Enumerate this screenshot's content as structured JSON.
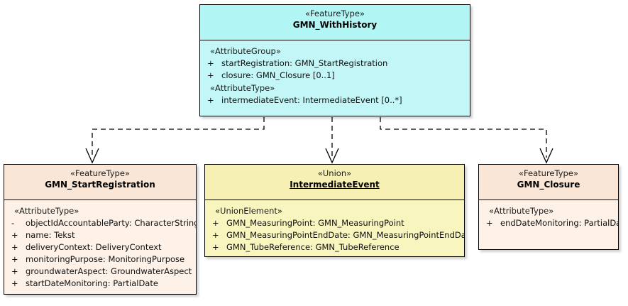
{
  "diagram": {
    "type": "uml-class-diagram",
    "background_color": "#ffffff",
    "classes": [
      {
        "id": "withhistory",
        "stereotype": "«FeatureType»",
        "name": "GMN_WithHistory",
        "header_color": "#b2f5f5",
        "body_color": "#c3f7f7",
        "compartments": [
          {
            "group": "«AttributeGroup»",
            "attributes": [
              {
                "visibility": "+",
                "text": "startRegistration: GMN_StartRegistration"
              },
              {
                "visibility": "+",
                "text": "closure: GMN_Closure [0..1]"
              }
            ]
          },
          {
            "group": "«AttributeType»",
            "attributes": [
              {
                "visibility": "+",
                "text": "intermediateEvent: IntermediateEvent [0..*]"
              }
            ]
          }
        ]
      },
      {
        "id": "startregistration",
        "stereotype": "«FeatureType»",
        "name": "GMN_StartRegistration",
        "header_color": "#fae6d7",
        "body_color": "#fdf1e8",
        "compartments": [
          {
            "group": "«AttributeType»",
            "attributes": [
              {
                "visibility": "-",
                "text": "objectIdAccountableParty: CharacterString"
              },
              {
                "visibility": "+",
                "text": "name: Tekst"
              },
              {
                "visibility": "+",
                "text": "deliveryContext: DeliveryContext"
              },
              {
                "visibility": "+",
                "text": "monitoringPurpose: MonitoringPurpose"
              },
              {
                "visibility": "+",
                "text": "groundwaterAspect: GroundwaterAspect"
              },
              {
                "visibility": "+",
                "text": "startDateMonitoring: PartialDate"
              }
            ]
          }
        ]
      },
      {
        "id": "intermediateevent",
        "stereotype": "«Union»",
        "name": "IntermediateEvent",
        "name_underlined": true,
        "header_color": "#f6f0b4",
        "body_color": "#f9f5bf",
        "compartments": [
          {
            "group": "«UnionElement»",
            "attributes": [
              {
                "visibility": "+",
                "text": "GMN_MeasuringPoint: GMN_MeasuringPoint"
              },
              {
                "visibility": "+",
                "text": "GMN_MeasuringPointEndDate: GMN_MeasuringPointEndDate"
              },
              {
                "visibility": "+",
                "text": "GMN_TubeReference: GMN_TubeReference"
              }
            ]
          }
        ]
      },
      {
        "id": "closure",
        "stereotype": "«FeatureType»",
        "name": "GMN_Closure",
        "header_color": "#fae6d7",
        "body_color": "#fdf1e8",
        "compartments": [
          {
            "group": "«AttributeType»",
            "attributes": [
              {
                "visibility": "+",
                "text": "endDateMonitoring: PartialDate"
              }
            ]
          }
        ]
      }
    ],
    "connectors": [
      {
        "id": "to-startregistration",
        "style": "dashed",
        "arrow": "open",
        "from": "GMN_WithHistory",
        "to": "GMN_StartRegistration"
      },
      {
        "id": "to-intermediateevent",
        "style": "dashed",
        "arrow": "open",
        "from": "GMN_WithHistory",
        "to": "IntermediateEvent"
      },
      {
        "id": "to-closure",
        "style": "dashed",
        "arrow": "open",
        "from": "GMN_WithHistory",
        "to": "GMN_Closure"
      }
    ]
  }
}
